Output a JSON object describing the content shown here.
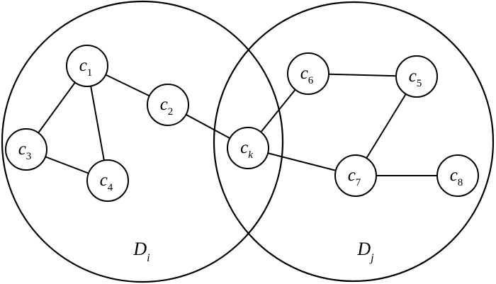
{
  "regions": [
    {
      "id": "Di",
      "base": "D",
      "sub": "i"
    },
    {
      "id": "Dj",
      "base": "D",
      "sub": "j"
    }
  ],
  "nodes": [
    {
      "id": "c1",
      "base": "c",
      "sub": "1"
    },
    {
      "id": "c2",
      "base": "c",
      "sub": "2"
    },
    {
      "id": "c3",
      "base": "c",
      "sub": "3"
    },
    {
      "id": "c4",
      "base": "c",
      "sub": "4"
    },
    {
      "id": "ck",
      "base": "c",
      "sub": "k"
    },
    {
      "id": "c5",
      "base": "c",
      "sub": "5"
    },
    {
      "id": "c6",
      "base": "c",
      "sub": "6"
    },
    {
      "id": "c7",
      "base": "c",
      "sub": "7"
    },
    {
      "id": "c8",
      "base": "c",
      "sub": "8"
    }
  ],
  "edges": [
    [
      "c1",
      "c3"
    ],
    [
      "c1",
      "c4"
    ],
    [
      "c3",
      "c4"
    ],
    [
      "c1",
      "c2"
    ],
    [
      "c2",
      "ck"
    ],
    [
      "ck",
      "c6"
    ],
    [
      "ck",
      "c7"
    ],
    [
      "c6",
      "c5"
    ],
    [
      "c5",
      "c7"
    ],
    [
      "c7",
      "c8"
    ]
  ]
}
